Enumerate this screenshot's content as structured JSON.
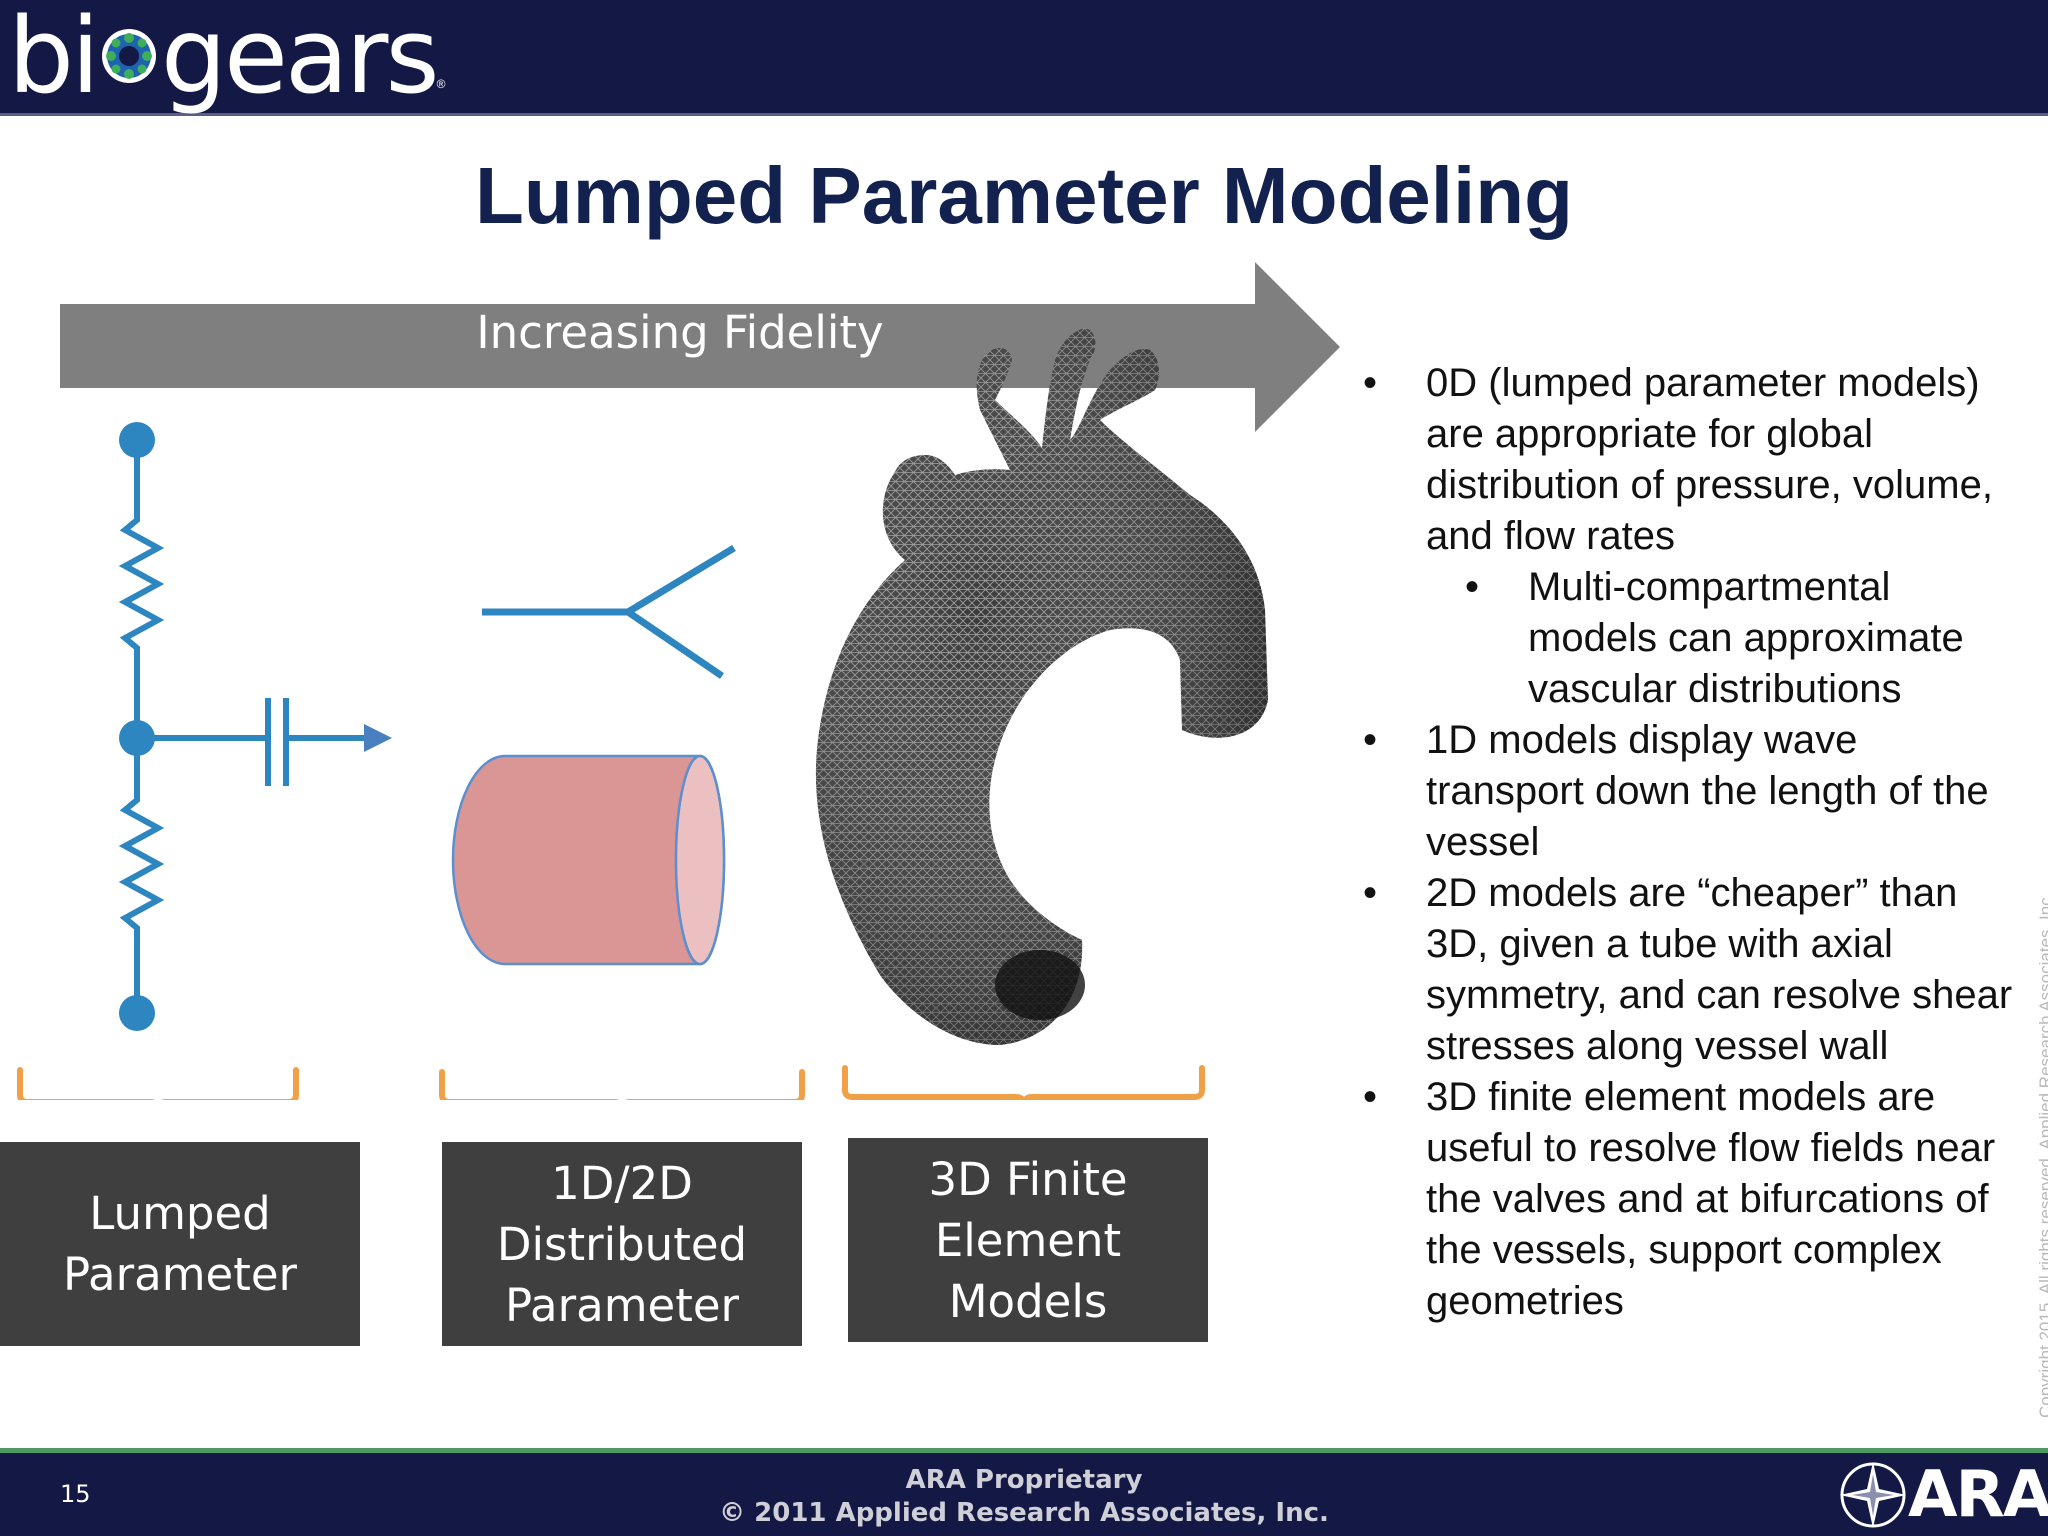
{
  "header": {
    "brand_prefix": "bi",
    "brand_suffix": "gears",
    "brand_mark": "®",
    "logo_icon": "gear-globe-icon"
  },
  "slide": {
    "title": "Lumped Parameter Modeling",
    "arrow_label": "Increasing Fidelity",
    "boxes": [
      {
        "lines": [
          "Lumped",
          "Parameter"
        ]
      },
      {
        "lines": [
          "1D/2D",
          "Distributed",
          "Parameter"
        ]
      },
      {
        "lines": [
          "3D Finite",
          "Element",
          "Models"
        ]
      }
    ],
    "bullets": [
      {
        "text": "0D (lumped parameter models) are appropriate for global distribution of pressure, volume, and flow rates",
        "sub": [
          "Multi-compartmental models can approximate vascular distributions"
        ]
      },
      {
        "text": "1D models display wave transport down the length of the vessel"
      },
      {
        "text": "2D models are “cheaper” than 3D, given a tube with axial symmetry, and can resolve shear stresses along vessel wall"
      },
      {
        "text": "3D finite element models are useful to resolve flow fields near the valves and at bifurcations of the vessels, support complex geometries"
      }
    ],
    "bullet_glyph": "•",
    "copyright_side": "Copyright 2015. All rights reserved. Applied Research Associates, Inc."
  },
  "footer": {
    "page_number": "15",
    "line1": "ARA Proprietary",
    "line2": "© 2011 Applied Research Associates, Inc.",
    "ara_logo": "ARA",
    "ara_icon": "compass-star-icon"
  },
  "colors": {
    "header_bg": "#141844",
    "title": "#13214f",
    "arrow": "#7f7f7f",
    "circuit": "#2e86c1",
    "bracket": "#f0a046",
    "box_bg": "#3f3f3f",
    "cylinder": "#d99694",
    "footer_rule": "#4e9a63"
  }
}
